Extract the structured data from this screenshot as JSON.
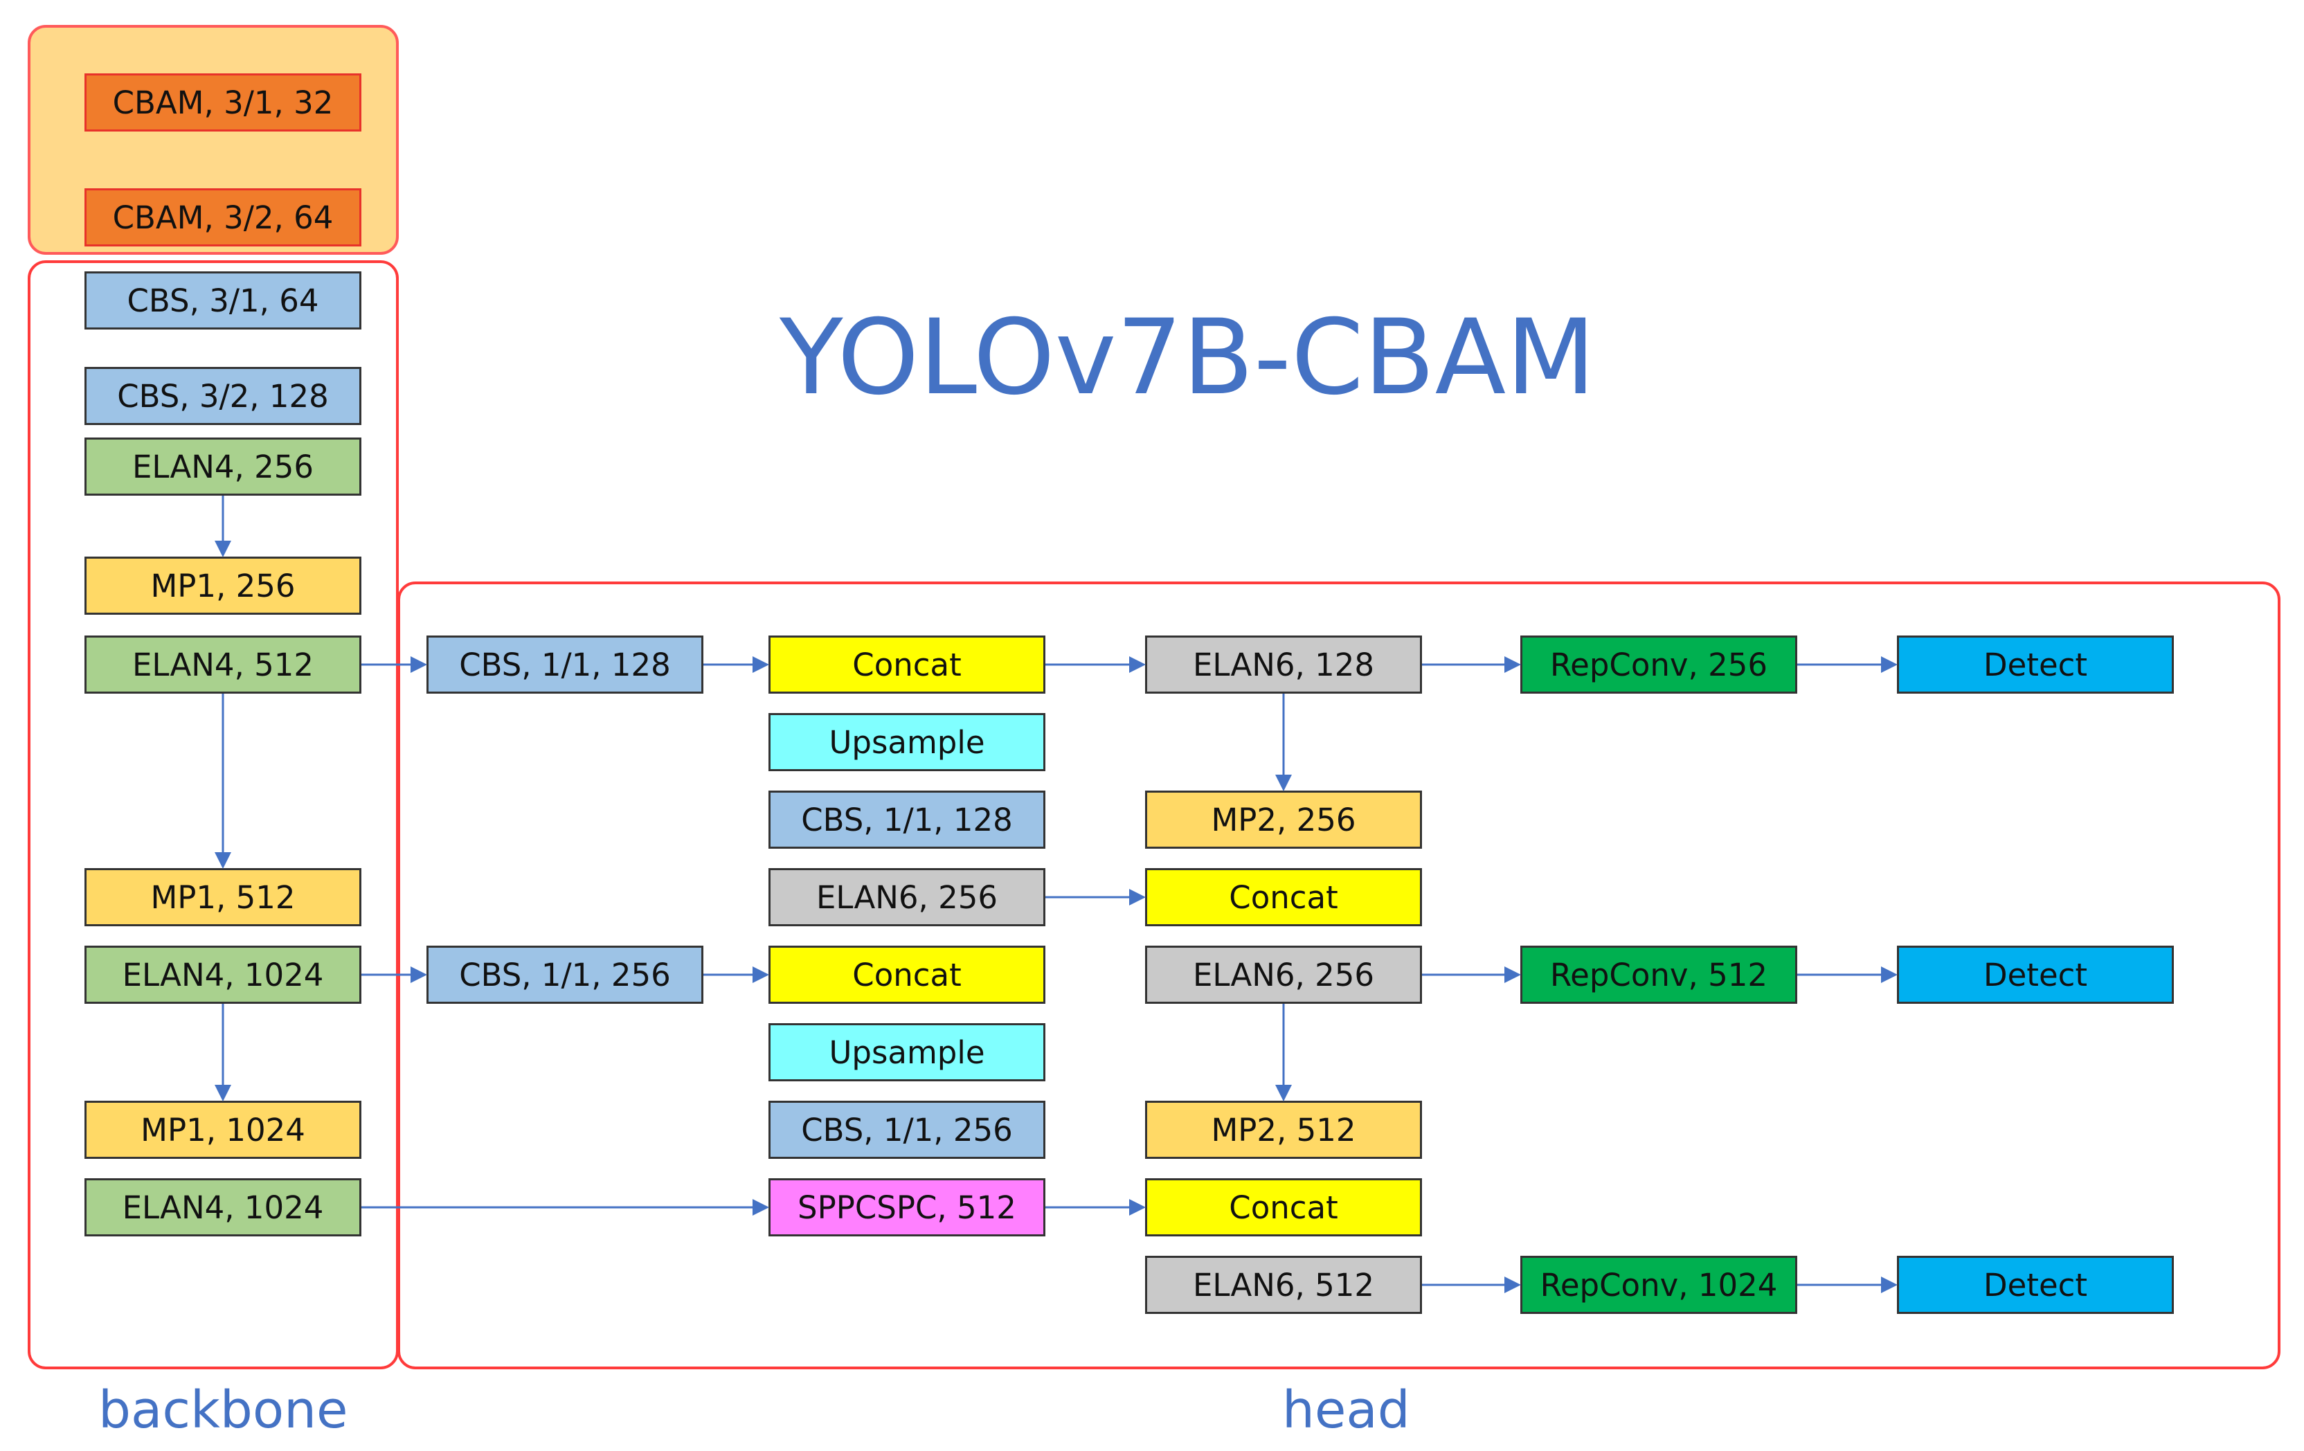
{
  "title": "YOLOv7B-CBAM",
  "captions": {
    "backbone": "backbone",
    "head": "head"
  },
  "colors": {
    "cbam": "#f07c2b",
    "cbs": "#9dc3e6",
    "elan4": "#a9d18e",
    "mp": "#ffd966",
    "concat": "#ffff00",
    "upsample": "#80ffff",
    "elan6": "#c9c9c9",
    "sppcspc": "#ff80ff",
    "repconv": "#00b050",
    "detect": "#00b0f0",
    "arrow": "#4472c4",
    "region_border": "#ff3b3b",
    "cbam_region_fill": "#ffd98a",
    "title": "#4472c4"
  },
  "blocks": {
    "cbam1": "CBAM, 3/1, 32",
    "cbam2": "CBAM, 3/2, 64",
    "bb_cbs1": "CBS, 3/1, 64",
    "bb_cbs2": "CBS, 3/2, 128",
    "bb_elan1": "ELAN4, 256",
    "bb_mp1": "MP1, 256",
    "bb_elan2": "ELAN4, 512",
    "bb_mp2": "MP1, 512",
    "bb_elan3": "ELAN4, 1024",
    "bb_mp3": "MP1, 1024",
    "bb_elan4": "ELAN4, 1024",
    "h_cbs_a": "CBS, 1/1, 128",
    "h_cbs_b": "CBS, 1/1, 256",
    "h_concat1": "Concat",
    "h_upsample1": "Upsample",
    "h_cbs_c": "CBS, 1/1, 128",
    "h_elan6_256a": "ELAN6, 256",
    "h_concat2": "Concat",
    "h_upsample2": "Upsample",
    "h_cbs_d": "CBS, 1/1, 256",
    "h_sppcspc": "SPPCSPC, 512",
    "h_elan6_128": "ELAN6, 128",
    "h_mp2_256": "MP2, 256",
    "h_concat3": "Concat",
    "h_elan6_256b": "ELAN6, 256",
    "h_mp2_512": "MP2, 512",
    "h_concat4": "Concat",
    "h_elan6_512": "ELAN6, 512",
    "h_rep1": "RepConv, 256",
    "h_rep2": "RepConv, 512",
    "h_rep3": "RepConv, 1024",
    "h_det1": "Detect",
    "h_det2": "Detect",
    "h_det3": "Detect"
  }
}
